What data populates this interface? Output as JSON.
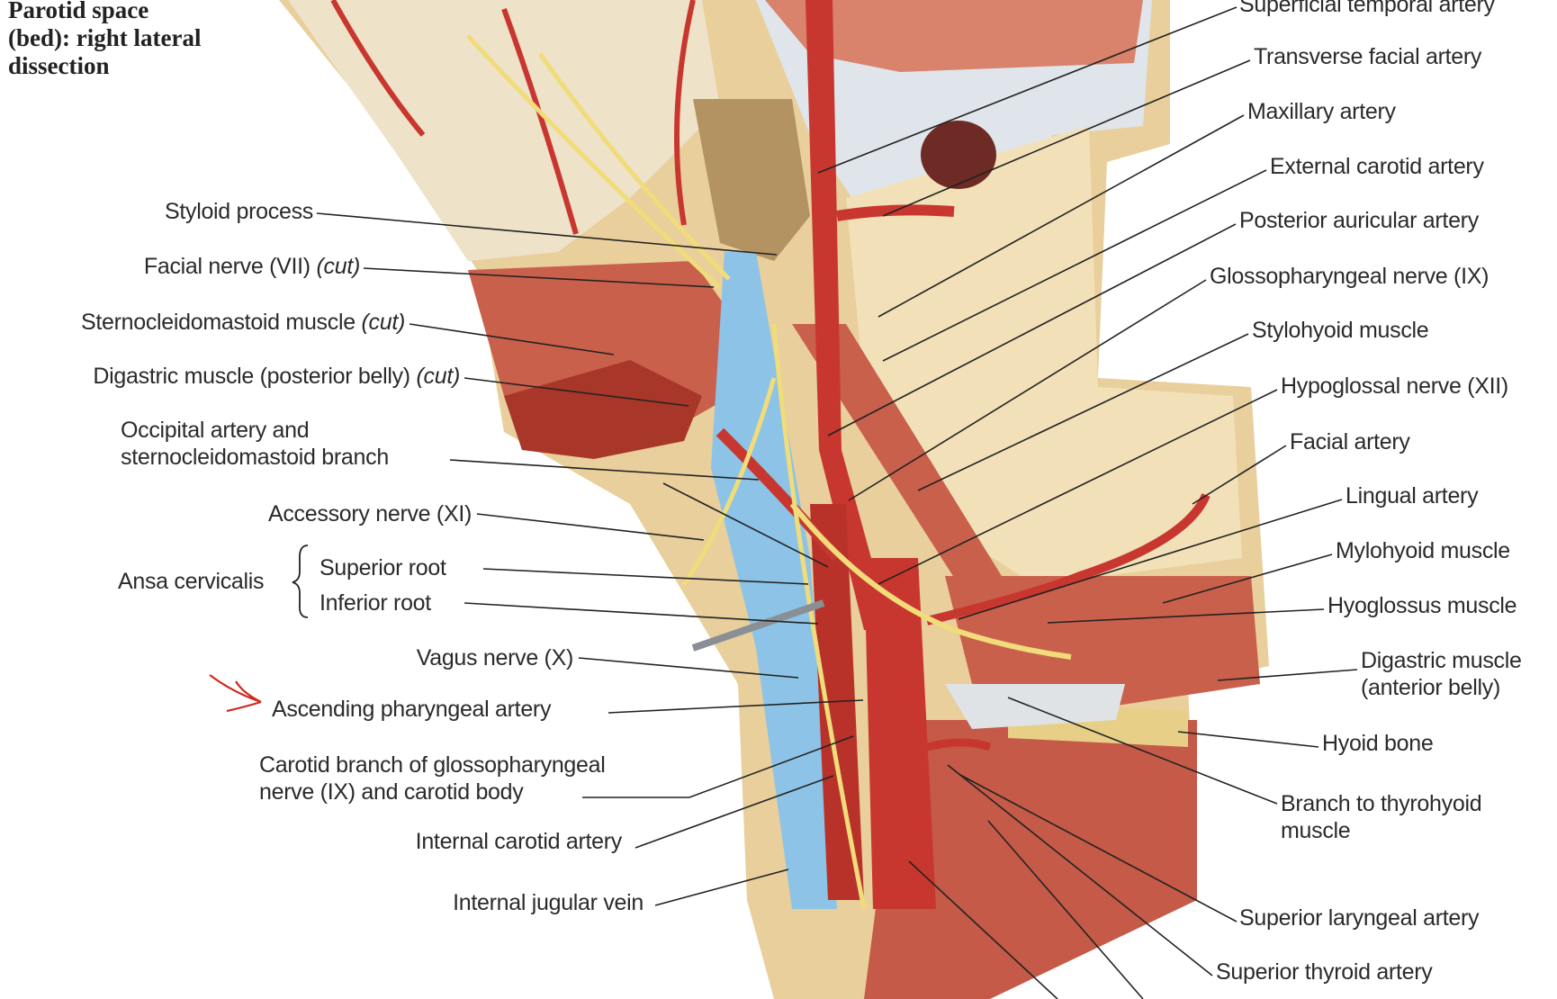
{
  "title": [
    "Parotid space",
    "(bed): right lateral",
    "dissection"
  ],
  "left_labels": {
    "styloid": "Styloid process",
    "facial_nerve": "Facial nerve (VII)",
    "sternocleido": "Sternocleidomastoid muscle",
    "digastric_post": "Digastric muscle (posterior belly)",
    "cut": "(cut)",
    "occipital_1": "Occipital artery and",
    "occipital_2": "sternocleidomastoid branch",
    "accessory": "Accessory nerve (XI)",
    "ansa": "Ansa cervicalis",
    "superior_root": "Superior root",
    "inferior_root": "Inferior root",
    "vagus": "Vagus nerve (X)",
    "asc_pharyngeal": "Ascending pharyngeal artery",
    "carotid_branch_1": "Carotid branch of glossopharyngeal",
    "carotid_branch_2": "nerve (IX) and carotid body",
    "internal_carotid": "Internal carotid artery",
    "internal_jugular": "Internal jugular vein"
  },
  "right_labels": {
    "sup_temporal": "Superficial temporal artery",
    "transverse_facial": "Transverse facial artery",
    "maxillary": "Maxillary artery",
    "external_carotid": "External carotid artery",
    "post_auricular": "Posterior auricular artery",
    "glossopharyngeal": "Glossopharyngeal nerve (IX)",
    "stylohyoid": "Stylohyoid muscle",
    "hypoglossal": "Hypoglossal nerve (XII)",
    "facial_artery": "Facial artery",
    "lingual": "Lingual artery",
    "mylohyoid": "Mylohyoid muscle",
    "hyoglossus": "Hyoglossus muscle",
    "digastric_ant_1": "Digastric muscle",
    "digastric_ant_2": "(anterior belly)",
    "hyoid": "Hyoid bone",
    "thyrohyoid_1": "Branch to thyrohyoid",
    "thyrohyoid_2": "muscle",
    "sup_laryngeal": "Superior laryngeal artery",
    "sup_thyroid": "Superior thyroid artery"
  },
  "colors": {
    "artery": "#c8372f",
    "vein": "#8cc3e6",
    "nerve": "#f0dc7a",
    "bone": "#e9cf9a",
    "muscle": "#c9604c",
    "fascia": "#dfe3e6",
    "annotation": "#d0291f"
  }
}
